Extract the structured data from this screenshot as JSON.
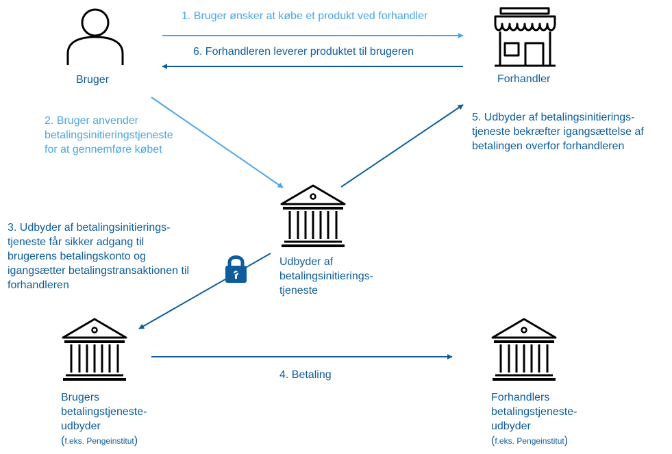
{
  "colors": {
    "dark": "#0e5c9b",
    "light": "#4aa5e6",
    "icon": "#000000"
  },
  "nodes": {
    "user": {
      "label": "Bruger",
      "icon": "user-icon"
    },
    "merchant": {
      "label": "Forhandler",
      "icon": "store-icon"
    },
    "pisp": {
      "label_lines": [
        "Udbyder af",
        "betalingsinitierings-",
        "tjeneste"
      ],
      "icon": "bank-icon"
    },
    "user_bank": {
      "label_lines": [
        "Brugers",
        "betalingstjeneste-",
        "udbyder"
      ],
      "note_open": "(",
      "note_text": "f.eks. Pengeinstitut",
      "note_close": ")",
      "icon": "bank-icon"
    },
    "merchant_bank": {
      "label_lines": [
        "Forhandlers",
        "betalingstjeneste-",
        "udbyder"
      ],
      "note_open": "(",
      "note_text": "f.eks. Pengeinstitut",
      "note_close": ")",
      "icon": "bank-icon"
    }
  },
  "steps": {
    "step1": "1. Bruger ønsker at købe et produkt ved forhandler",
    "step6": "6. Forhandleren leverer produktet til brugeren",
    "step2_lines": [
      "2. Bruger anvender",
      "betalingsinitieringstjeneste",
      "for at gennemføre købet"
    ],
    "step5_lines": [
      "5. Udbyder af betalingsinitierings-",
      "tjeneste bekræfter igangsættelse af",
      "betalingen overfor forhandleren"
    ],
    "step3_lines": [
      "3. Udbyder af betalingsinitierings-",
      "tjeneste får sikker adgang til",
      "brugerens betalingskonto og",
      "igangsætter betalingstransaktionen til",
      "forhandleren"
    ],
    "step4": "4. Betaling"
  },
  "lock": {
    "icon": "lock-icon"
  }
}
